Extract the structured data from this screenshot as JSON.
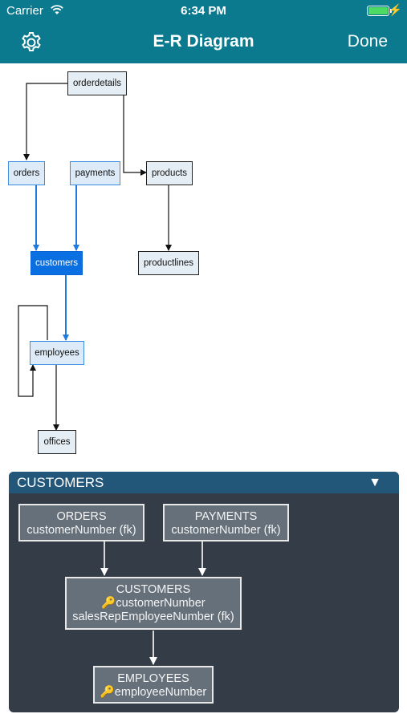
{
  "status_bar": {
    "carrier": "Carrier",
    "time": "6:34 PM"
  },
  "nav": {
    "title": "E-R Diagram",
    "done_label": "Done",
    "settings_icon": "gear-icon"
  },
  "diagram": {
    "nodes": {
      "orderdetails": "orderdetails",
      "orders": "orders",
      "payments": "payments",
      "products": "products",
      "customers": "customers",
      "productlines": "productlines",
      "employees": "employees",
      "offices": "offices"
    },
    "colors": {
      "selected": "#0a6fe0",
      "related_edge": "#3b8de0",
      "edge": "#222222"
    }
  },
  "detail": {
    "title": "CUSTOMERS",
    "orders": {
      "name": "ORDERS",
      "field": "customerNumber (fk)"
    },
    "payments": {
      "name": "PAYMENTS",
      "field": "customerNumber (fk)"
    },
    "customers": {
      "name": "CUSTOMERS",
      "key_field": "customerNumber",
      "field": "salesRepEmployeeNumber (fk)"
    },
    "employees": {
      "name": "EMPLOYEES",
      "key_field": "employeeNumber"
    },
    "colors": {
      "header": "#23577a",
      "panel": "#343d47",
      "key": "#e8b330"
    }
  }
}
